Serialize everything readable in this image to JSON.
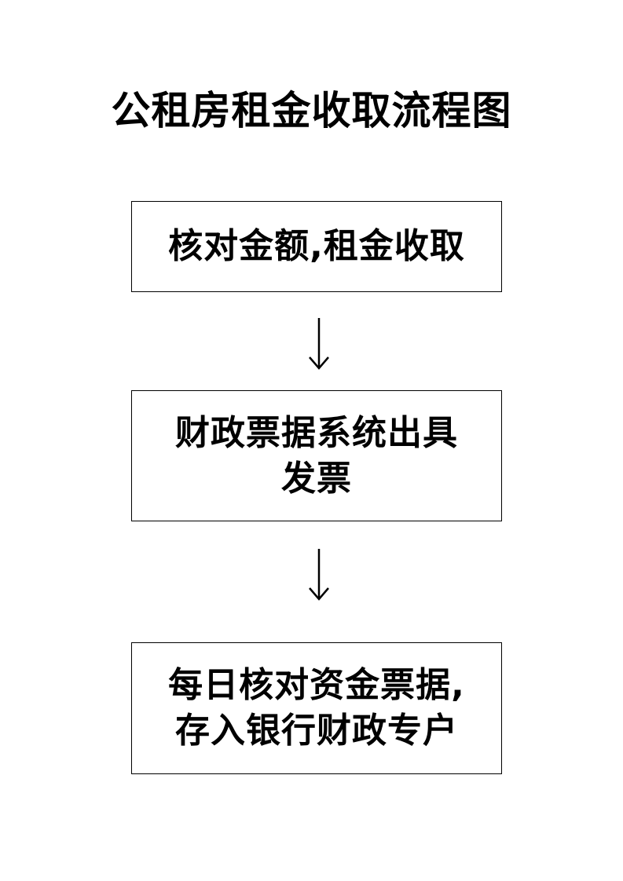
{
  "title": "公租房租金收取流程图",
  "steps": [
    {
      "line1": "核对金额,租金收取",
      "line2": ""
    },
    {
      "line1": "财政票据系统出具",
      "line2": "发票"
    },
    {
      "line1": "每日核对资金票据,",
      "line2": "存入银行财政专户"
    }
  ],
  "arrow_icon": "down-arrow-icon",
  "colors": {
    "text": "#000000",
    "border": "#000000",
    "background": "#ffffff"
  }
}
